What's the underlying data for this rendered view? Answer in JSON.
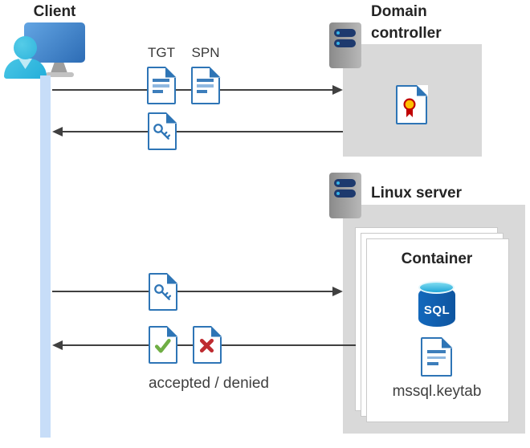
{
  "diagram": {
    "client": {
      "label": "Client"
    },
    "domain_controller": {
      "label": "Domain controller"
    },
    "linux_server": {
      "label": "Linux server"
    },
    "container": {
      "label": "Container",
      "sql_badge": "SQL",
      "keytab_label": "mssql.keytab"
    },
    "messages": {
      "tgt": "TGT",
      "spn": "SPN",
      "accepted_denied": "accepted / denied"
    },
    "flows": [
      {
        "from": "client",
        "to": "domain-controller",
        "direction": "right",
        "items": [
          "TGT",
          "SPN"
        ]
      },
      {
        "from": "domain-controller",
        "to": "client",
        "direction": "left",
        "items": [
          "service-ticket-key"
        ]
      },
      {
        "from": "client",
        "to": "linux-server",
        "direction": "right",
        "items": [
          "service-ticket-key"
        ]
      },
      {
        "from": "linux-server",
        "to": "client",
        "direction": "left",
        "items": [
          "accepted",
          "denied"
        ],
        "caption": "accepted / denied"
      }
    ]
  },
  "colors": {
    "doc_blue": "#2e75b6",
    "monitor_blue": "#2d6cb5",
    "person_cyan": "#2fb4dc",
    "lifeline_blue": "#c7ddf8",
    "box_gray": "#d9d9d9",
    "server_navy": "#1e3a6e",
    "server_dot_cyan": "#35b4e8",
    "arrow_gray": "#404040",
    "check_green": "#6fae44",
    "cross_red": "#be2b30",
    "seal_yellow": "#ffc000",
    "seal_red": "#c00000",
    "sql_blue": "#1368bc",
    "sql_cyan": "#1fa6d8"
  }
}
